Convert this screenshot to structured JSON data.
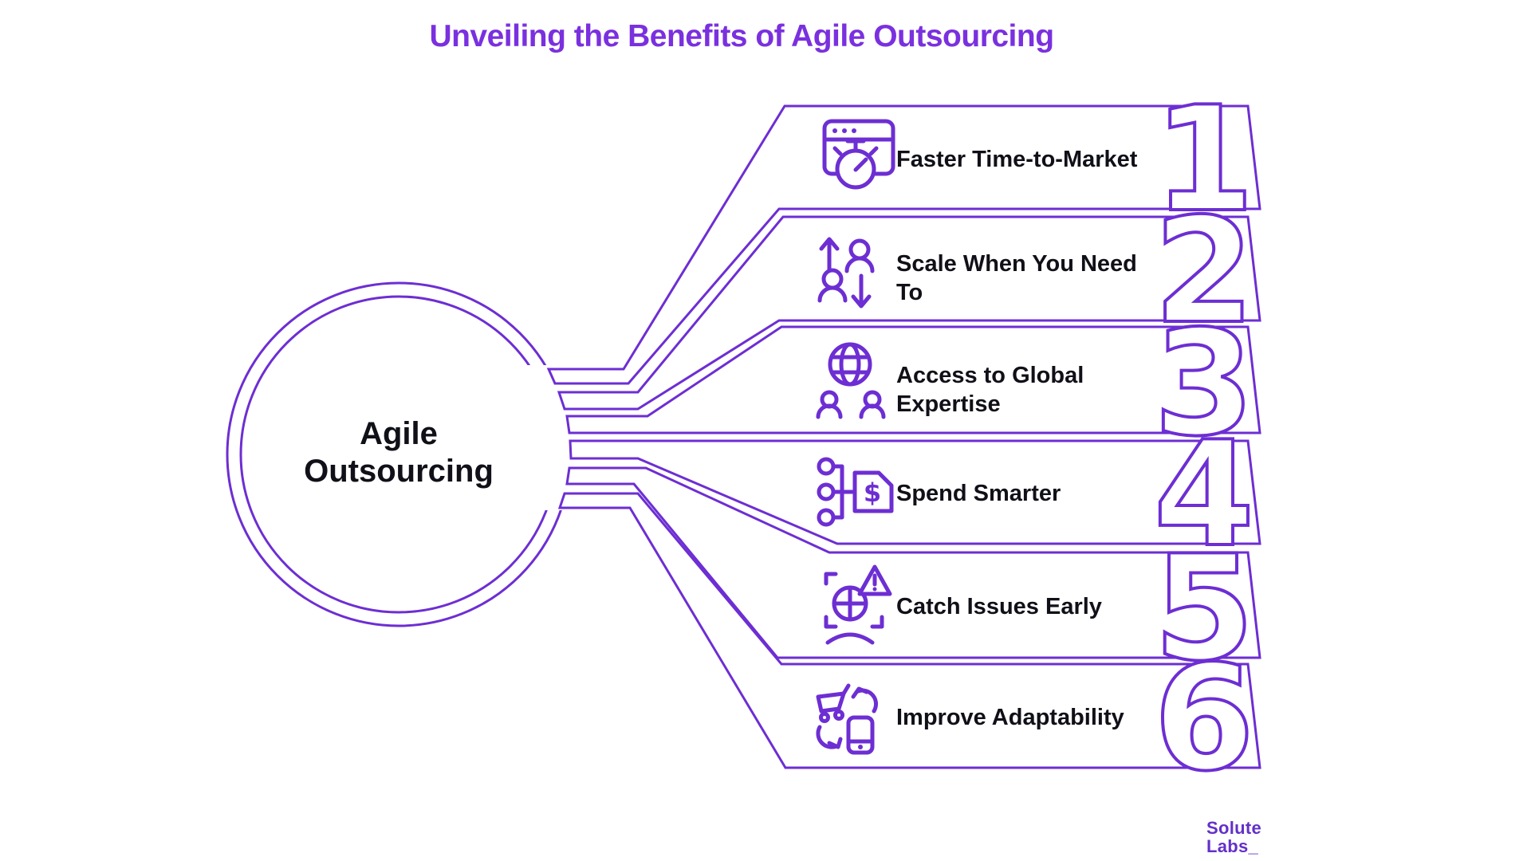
{
  "title": "Unveiling the Benefits of Agile Outsourcing",
  "center_label": {
    "line1": "Agile",
    "line2": "Outsourcing"
  },
  "rows": [
    {
      "number": "1",
      "icon": "browser-stopwatch-icon",
      "line1": "Faster Time-to-Market",
      "line2": ""
    },
    {
      "number": "2",
      "icon": "team-scale-arrows-icon",
      "line1": "Scale When You Need",
      "line2": "To"
    },
    {
      "number": "3",
      "icon": "globe-people-icon",
      "line1": "Access to Global",
      "line2": "Expertise"
    },
    {
      "number": "4",
      "icon": "nodes-price-tag-icon",
      "line1": "Spend Smarter",
      "line2": "",
      "symbol": "$"
    },
    {
      "number": "5",
      "icon": "globe-scan-warning-icon",
      "line1": "Catch Issues Early",
      "line2": ""
    },
    {
      "number": "6",
      "icon": "cart-refresh-phone-icon",
      "line1": "Improve Adaptability",
      "line2": ""
    }
  ],
  "logo": {
    "line1": "Solute",
    "line2": "Labs_"
  },
  "colors": {
    "line_purple": "#6d2ed3",
    "title_purple": "#7a30df",
    "text_black": "#101018",
    "logo_purple": "#6430c8",
    "background": "#ffffff"
  }
}
